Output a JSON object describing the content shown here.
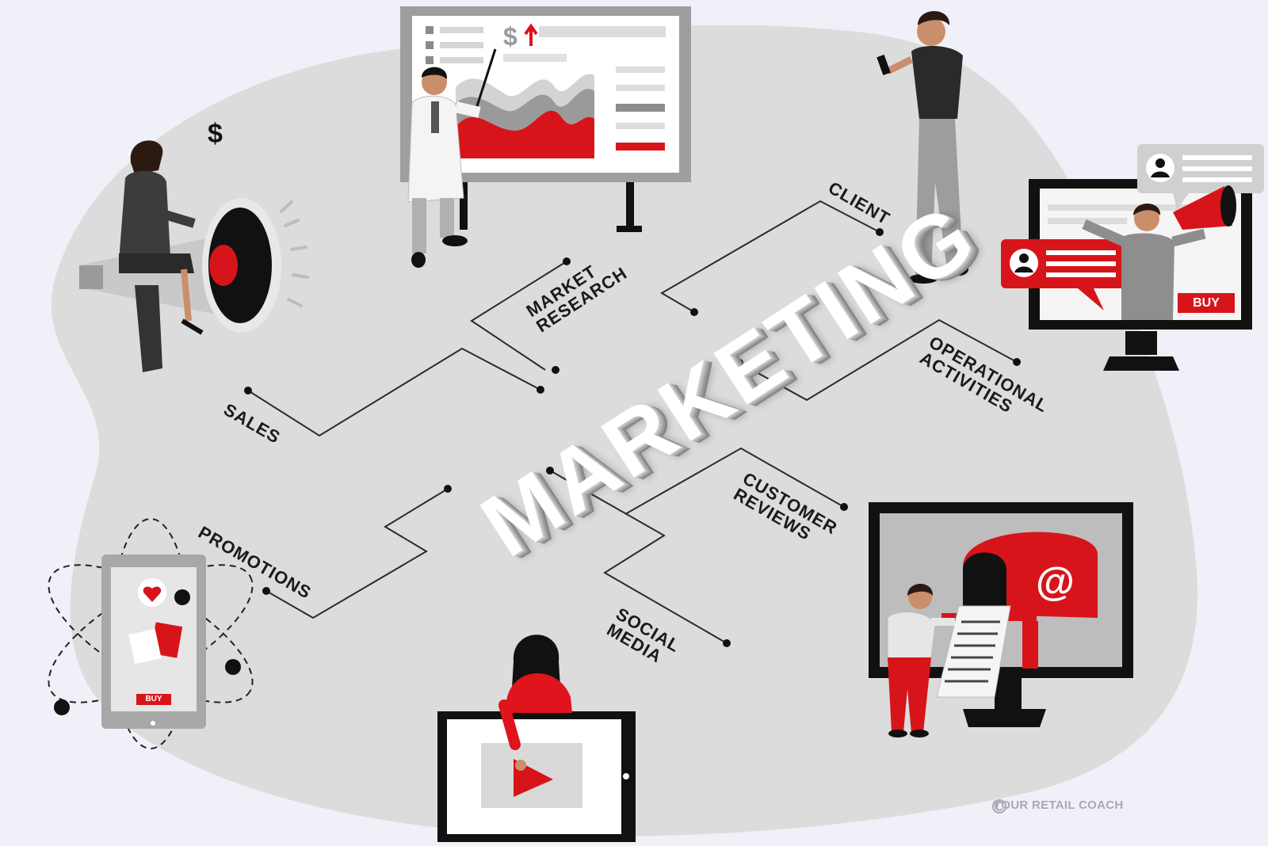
{
  "title": "MARKETING",
  "branches": [
    {
      "id": "market-research",
      "lines": [
        "MARKET",
        "RESEARCH"
      ]
    },
    {
      "id": "client",
      "lines": [
        "CLIENT"
      ]
    },
    {
      "id": "sales",
      "lines": [
        "SALES"
      ]
    },
    {
      "id": "operational-activities",
      "lines": [
        "OPERATIONAL",
        "ACTIVITIES"
      ]
    },
    {
      "id": "promotions",
      "lines": [
        "PROMOTIONS"
      ]
    },
    {
      "id": "customer-reviews",
      "lines": [
        "CUSTOMER",
        "REVIEWS"
      ]
    },
    {
      "id": "social-media",
      "lines": [
        "SOCIAL",
        "MEDIA"
      ]
    }
  ],
  "illustrations": {
    "dollar_sign": "$",
    "board_dollar": "$",
    "buy_monitor": "BUY",
    "buy_phone": "BUY",
    "email_symbol": "@"
  },
  "watermark": "YOUR RETAIL COACH",
  "colors": {
    "accent_red": "#d8141b",
    "blob_gray": "#dadada",
    "background": "#f0f0f8",
    "line_dark": "#2b2b2b"
  },
  "icons": [
    "megaphone-icon",
    "presentation-board-icon",
    "monitor-icon",
    "chat-bubble-icon",
    "avatar-icon",
    "mailbox-icon",
    "smartphone-icon",
    "shopping-bag-icon",
    "heart-icon",
    "play-icon",
    "tablet-icon",
    "copyright-icon"
  ]
}
